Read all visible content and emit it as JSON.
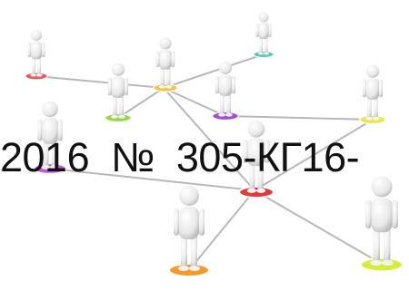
{
  "caption": {
    "text": ".2016  №  305-КГ16-"
  },
  "people": [
    {
      "id": "p1",
      "base_color": "#e85a5a"
    },
    {
      "id": "p2",
      "base_color": "#56c9b3"
    },
    {
      "id": "p3",
      "base_color": "#f4c44a"
    },
    {
      "id": "p4",
      "base_color": "#9ad84a"
    },
    {
      "id": "p5",
      "base_color": "#a052c8"
    },
    {
      "id": "p6",
      "base_color": "#e8e84a"
    },
    {
      "id": "p7",
      "base_color": "#c458d8"
    },
    {
      "id": "p8",
      "base_color": "#e23a3a"
    },
    {
      "id": "p9",
      "base_color": "#f39a2a"
    },
    {
      "id": "p10",
      "base_color": "#d6ec3a"
    }
  ],
  "colors": {
    "line": "#b8b8b8",
    "figure": "#f2f2f2",
    "figure_shade": "#c9c9c9"
  }
}
